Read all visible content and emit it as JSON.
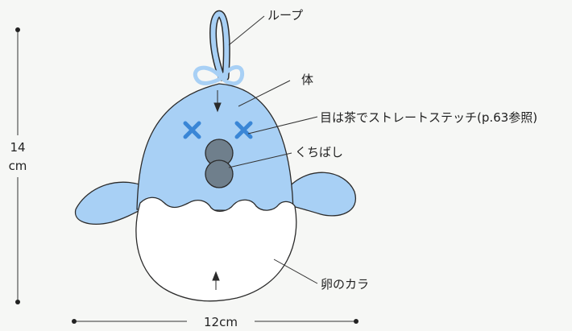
{
  "labels": {
    "loop": "ループ",
    "body": "体",
    "eyes": "目は茶でストレートステッチ(p.63参照)",
    "beak": "くちばし",
    "shell": "卵のカラ"
  },
  "dimensions": {
    "height_value": "14",
    "height_unit": "cm",
    "width": "12cm"
  },
  "colors": {
    "body": "#a8d0f5",
    "loop": "#a8d0f5",
    "eyes": "#3a86d6",
    "beak": "#6f7f8c",
    "shell": "#ffffff",
    "outline": "#2b2b2b",
    "background": "#f6f7f5"
  }
}
